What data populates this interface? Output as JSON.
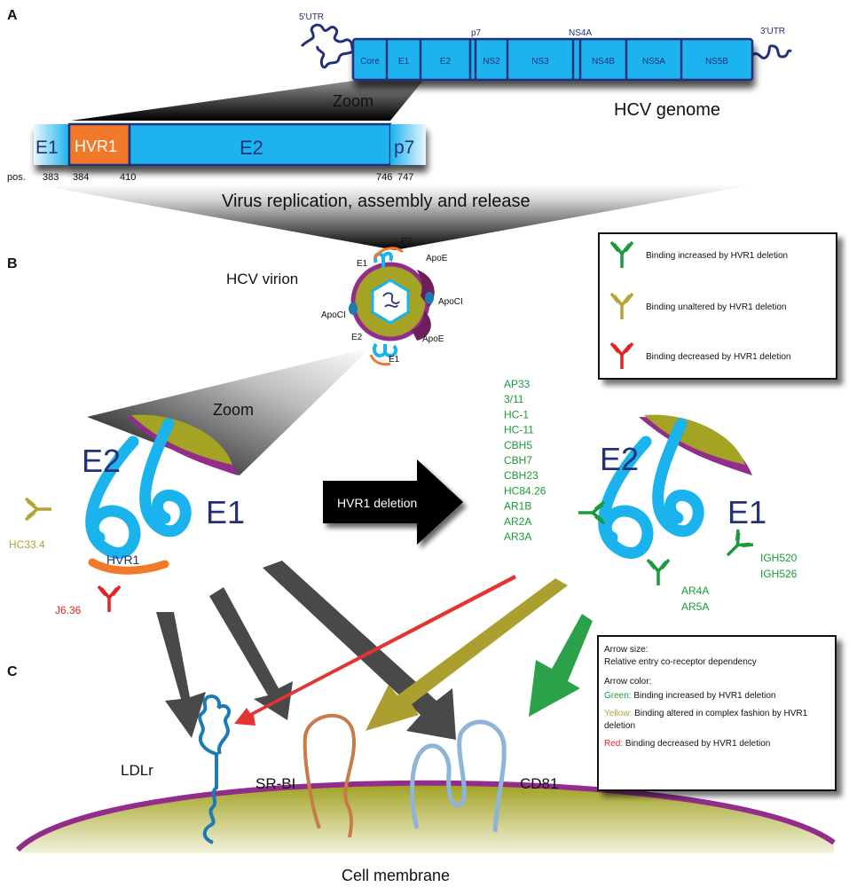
{
  "panels": {
    "a": "A",
    "b": "B",
    "c": "C"
  },
  "genome": {
    "utr5": "5'UTR",
    "utr3": "3'UTR",
    "segments": [
      "Core",
      "E1",
      "E2",
      "NS2",
      "NS3",
      "NS4B",
      "NS5A",
      "NS5B"
    ],
    "p7": "p7",
    "ns4a": "NS4A",
    "title": "HCV genome",
    "zoom": "Zoom"
  },
  "zoomed": {
    "e1": "E1",
    "hvr1": "HVR1",
    "e2": "E2",
    "p7": "p7",
    "pos_label": "pos.",
    "positions": [
      "383",
      "384",
      "410",
      "746",
      "747"
    ]
  },
  "replication": "Virus replication, assembly and release",
  "virion": {
    "title": "HCV virion",
    "labels": {
      "e2_top": "E2",
      "e1_top": "E1",
      "apoe_top": "ApoE",
      "apoci_right": "ApoCI",
      "apoci_left": "ApoCI",
      "e2_bottom": "E2",
      "e1_bottom": "E1",
      "apoe_bottom": "ApoE"
    },
    "zoom": "Zoom"
  },
  "legend1": [
    {
      "text": "Binding increased by HVR1 deletion",
      "color": "#1a9a3a"
    },
    {
      "text": "Binding unaltered by HVR1 deletion",
      "color": "#b5a336"
    },
    {
      "text": "Binding decreased by HVR1 deletion",
      "color": "#e22320"
    }
  ],
  "left_glycoprotein": {
    "e2": "E2",
    "e1": "E1",
    "hvr1": "HVR1",
    "hc334": "HC33.4",
    "j636": "J6.36"
  },
  "deletion_arrow": "HVR1 deletion",
  "green_antibodies": [
    "AP33",
    "3/11",
    "HC-1",
    "HC-11",
    "CBH5",
    "CBH7",
    "CBH23",
    "HC84.26",
    "AR1B",
    "AR2A",
    "AR3A"
  ],
  "right_glycoprotein": {
    "e2": "E2",
    "e1": "E1",
    "igh": [
      "IGH520",
      "IGH526"
    ],
    "ar": [
      "AR4A",
      "AR5A"
    ]
  },
  "legend2": {
    "size_title": "Arrow size:",
    "size_text": "Relative entry co-receptor dependency",
    "color_title": "Arrow color:",
    "items": [
      {
        "key": "Green:",
        "text": "Binding increased by HVR1 deletion",
        "color": "#1a9a3a"
      },
      {
        "key": "Yellow:",
        "text": "Binding altered in complex fashion by HVR1 deletion",
        "color": "#b5a336"
      },
      {
        "key": "Red:",
        "text": "Binding decreased by HVR1 deletion",
        "color": "#e22320"
      }
    ]
  },
  "receptors": {
    "ldlr": "LDLr",
    "srbi": "SR-BI",
    "cd81": "CD81"
  },
  "membrane": "Cell membrane",
  "colors": {
    "blue": "#1ab3ee",
    "orange": "#f07a2a",
    "navy": "#23307a",
    "green": "#1a9a3a",
    "olive": "#b5a336",
    "red": "#e22320",
    "purple": "#922d8c",
    "membrane": "#a4a324"
  }
}
